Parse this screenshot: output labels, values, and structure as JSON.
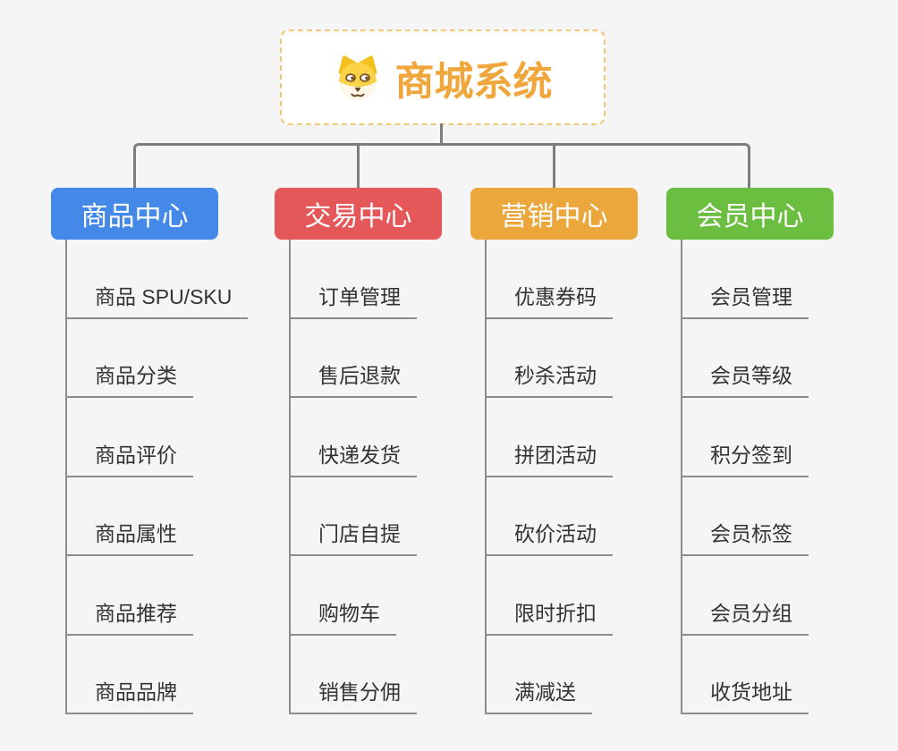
{
  "root": {
    "title": "商城系统",
    "icon": "dog-face-icon"
  },
  "branches": [
    {
      "label": "商品中心",
      "color": "#4489E8",
      "children": [
        "商品 SPU/SKU",
        "商品分类",
        "商品评价",
        "商品属性",
        "商品推荐",
        "商品品牌"
      ]
    },
    {
      "label": "交易中心",
      "color": "#E4585A",
      "children": [
        "订单管理",
        "售后退款",
        "快递发货",
        "门店自提",
        "购物车",
        "销售分佣"
      ]
    },
    {
      "label": "营销中心",
      "color": "#EBA63C",
      "children": [
        "优惠券码",
        "秒杀活动",
        "拼团活动",
        "砍价活动",
        "限时折扣",
        "满减送"
      ]
    },
    {
      "label": "会员中心",
      "color": "#6CBE40",
      "children": [
        "会员管理",
        "会员等级",
        "积分签到",
        "会员标签",
        "会员分组",
        "收货地址"
      ]
    }
  ],
  "colors": {
    "background": "#F5F5F5",
    "root_border": "#F2C878",
    "root_title": "#F0A63A",
    "connector": "#7E7E7E",
    "leaf_line": "#8C8C8C",
    "leaf_text": "#333333"
  }
}
